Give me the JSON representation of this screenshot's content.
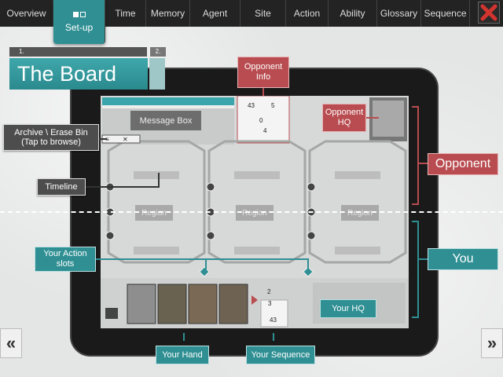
{
  "nav": {
    "tabs": [
      {
        "label": "Overview"
      },
      {
        "label": "Set-up"
      },
      {
        "label": "Time"
      },
      {
        "label": "Memory"
      },
      {
        "label": "Agent"
      },
      {
        "label": "Site"
      },
      {
        "label": "Action"
      },
      {
        "label": "Ability"
      },
      {
        "label": "Glossary"
      },
      {
        "label": "Sequence"
      }
    ],
    "close_icon": "close-x-icon"
  },
  "header": {
    "step1": "1.",
    "step2": "2.",
    "title": "The Board"
  },
  "callouts": {
    "opponent_info": "Opponent Info",
    "opponent_hq": "Opponent HQ",
    "opponent": "Opponent",
    "you": "You",
    "archive": "Archive \\ Erase Bin\n(Tap to browse)",
    "timeline": "Timeline",
    "your_action_slots": "Your Action slots",
    "your_hand": "Your Hand",
    "your_sequence": "Your Sequence",
    "your_hq": "Your HQ"
  },
  "board": {
    "message_box": "Message Box",
    "regions": [
      "Region",
      "Region",
      "Region"
    ],
    "opponent_counter_top": "43",
    "opponent_counter_right": "5",
    "opponent_dice": [
      "0",
      "4"
    ],
    "your_counter": "43",
    "your_dice": [
      "2",
      "3"
    ],
    "archive_glyphs": [
      "≡",
      "✕"
    ]
  },
  "colors": {
    "teal": "#2f8f93",
    "red": "#b84c50",
    "dark": "#232323"
  }
}
